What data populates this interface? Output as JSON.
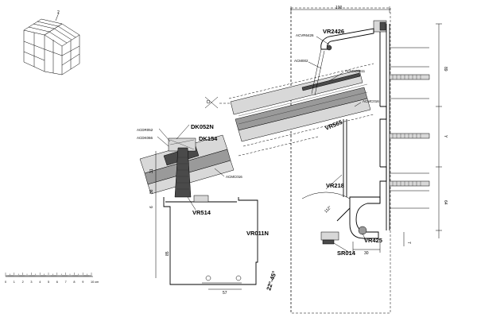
{
  "thumbnail": {
    "marker": "2"
  },
  "profiles": {
    "vr2426": "VR2426",
    "acvr6426": "ACVR6426",
    "acm002": "ACM002",
    "acmx06611": "ACMX06611",
    "acmc016_top": "ACMC016",
    "vr565": "VR565",
    "dk052n": "DK052N",
    "dk154": "DK154",
    "acdr052": "ACDR052",
    "acdk066": "ACDK066",
    "acmc016_mid": "ACMC016",
    "vr218": "VR218",
    "vr514": "VR514",
    "vr011n": "VR011N",
    "vr425": "VR425",
    "sr014": "SR014"
  },
  "dimensions": {
    "top_width": "100",
    "right_upper": "89",
    "right_lower": "64",
    "right_y": "Y",
    "bottom_small": "7",
    "bottom_width": "30",
    "left_31": "31",
    "left_36": "36",
    "left_6": "6",
    "left_85": "85",
    "bottom_57": "57",
    "angle": "22°-45°",
    "arc_angle": "112°"
  },
  "scale_bar": {
    "labels": [
      "0",
      "1",
      "2",
      "3",
      "4",
      "5",
      "6",
      "7",
      "8",
      "9",
      "10 cm"
    ]
  }
}
